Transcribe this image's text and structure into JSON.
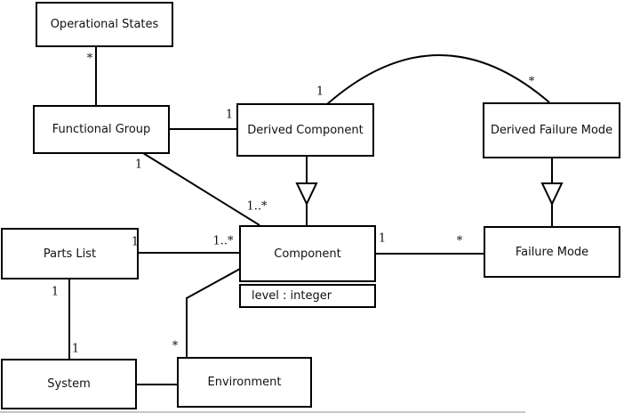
{
  "classes": {
    "operational_states": {
      "label": "Operational States"
    },
    "functional_group": {
      "label": "Functional Group"
    },
    "derived_component": {
      "label": "Derived Component"
    },
    "derived_failure_mode": {
      "label": "Derived Failure Mode"
    },
    "parts_list": {
      "label": "Parts List"
    },
    "component": {
      "label": "Component",
      "attribute": "level : integer"
    },
    "failure_mode": {
      "label": "Failure Mode"
    },
    "system": {
      "label": "System"
    },
    "environment": {
      "label": "Environment"
    }
  },
  "multiplicities": {
    "operational_states_end": "*",
    "fg_derived_component_end": "1",
    "arc_derived_component_end": "1",
    "arc_derived_failure_mode_end": "*",
    "fg_component_fg_end": "1",
    "fg_component_component_end": "1..*",
    "parts_list_component_pl_end": "1",
    "parts_list_component_comp_end": "1..*",
    "component_failure_mode_comp_end": "1",
    "component_failure_mode_fm_end": "*",
    "parts_list_system_top": "1",
    "parts_list_system_bottom": "1",
    "environment_component_env_end": "*"
  },
  "colors": {
    "line": "#000000",
    "background": "#ffffff",
    "box_fill": "#ffffff",
    "window_edge": "#b3b3b3"
  }
}
